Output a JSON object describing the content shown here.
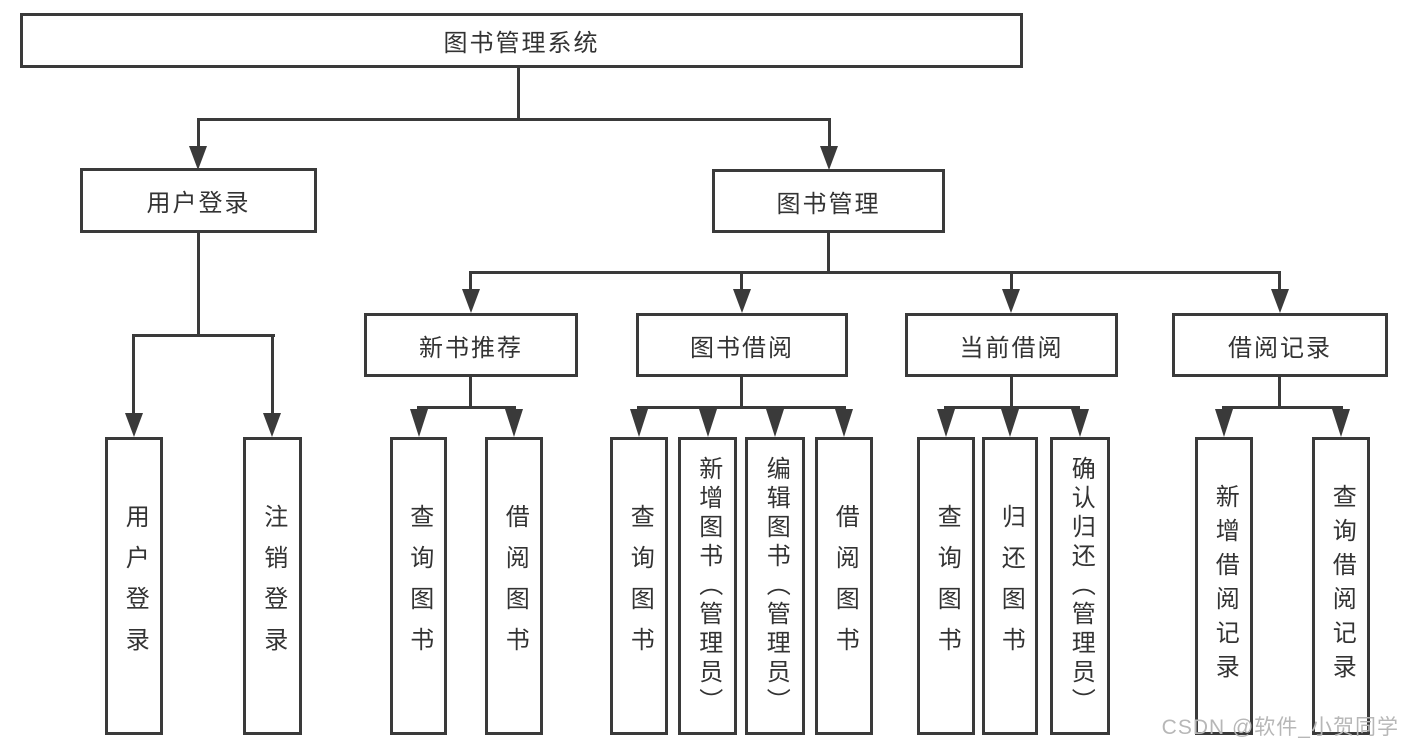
{
  "nodes": {
    "root": {
      "label": "图书管理系统"
    },
    "level1": [
      {
        "id": "user-login",
        "label": "用户登录"
      },
      {
        "id": "book-management",
        "label": "图书管理"
      }
    ],
    "level2": [
      {
        "id": "new-book-recommend",
        "label": "新书推荐",
        "parent": "图书管理"
      },
      {
        "id": "book-borrowing",
        "label": "图书借阅",
        "parent": "图书管理"
      },
      {
        "id": "current-borrowing",
        "label": "当前借阅",
        "parent": "图书管理"
      },
      {
        "id": "borrowing-records",
        "label": "借阅记录",
        "parent": "图书管理"
      }
    ],
    "leaves": [
      {
        "label": "用户登录",
        "parent": "用户登录"
      },
      {
        "label": "注销登录",
        "parent": "用户登录"
      },
      {
        "label": "查询图书",
        "parent": "新书推荐"
      },
      {
        "label": "借阅图书",
        "parent": "新书推荐"
      },
      {
        "label": "查询图书",
        "parent": "图书借阅"
      },
      {
        "label": "新增图书（管理员）",
        "parent": "图书借阅"
      },
      {
        "label": "编辑图书（管理员）",
        "parent": "图书借阅"
      },
      {
        "label": "借阅图书",
        "parent": "图书借阅"
      },
      {
        "label": "查询图书",
        "parent": "当前借阅"
      },
      {
        "label": "归还图书",
        "parent": "当前借阅"
      },
      {
        "label": "确认归还（管理员）",
        "parent": "当前借阅"
      },
      {
        "label": "新增借阅记录",
        "parent": "借阅记录"
      },
      {
        "label": "查询借阅记录",
        "parent": "借阅记录"
      }
    ]
  },
  "watermark": "CSDN @软件_小贺同学",
  "colors": {
    "line": "#3a3a3a",
    "box_border": "#3a3a3a",
    "text": "#333333",
    "background": "#ffffff",
    "watermark": "#b7b7b7"
  }
}
